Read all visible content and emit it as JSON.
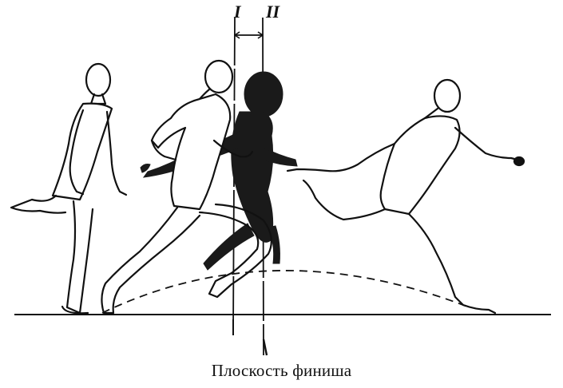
{
  "caption": "Плоскость финиша",
  "markers": {
    "plane_one": "I",
    "plane_two": "II"
  },
  "colors": {
    "ink": "#111111",
    "shadow": "#1a1a1a",
    "background": "#ffffff"
  }
}
